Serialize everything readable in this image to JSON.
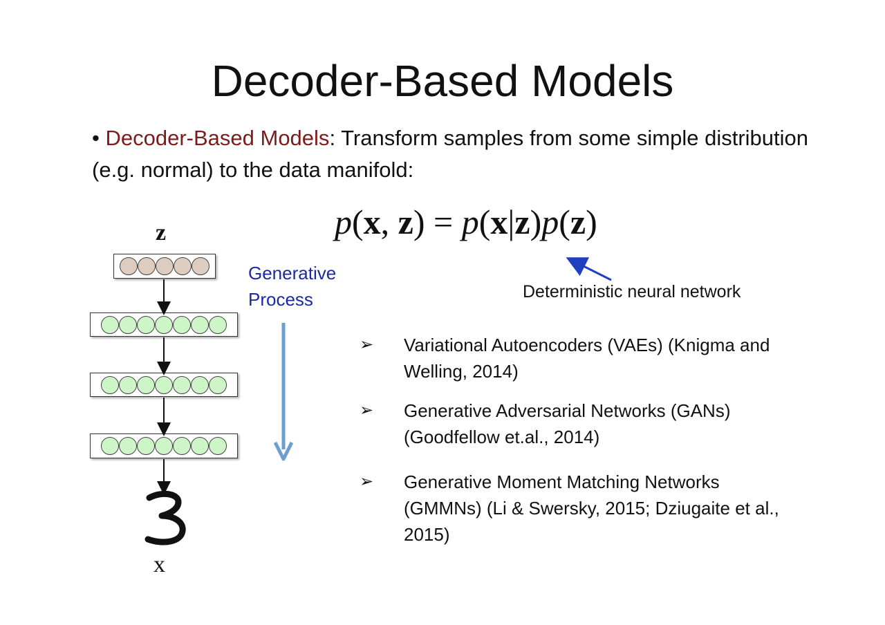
{
  "slide": {
    "title": "Decoder-Based Models",
    "intro": {
      "bullet": "•",
      "highlight": "Decoder-Based Models",
      "rest": ": Transform samples from some simple distribution (e.g. normal) to the data manifold:"
    },
    "equation": {
      "p1": "p",
      "x": "x",
      "comma": ",",
      "z": "z",
      "eq": "=",
      "p2": "p",
      "x2": "x",
      "bar": "|",
      "z2": "z",
      "p3": "p",
      "z3": "z"
    },
    "diagram": {
      "top_label": "z",
      "bottom_label": "x",
      "digit": "3",
      "generative_label_line1": "Generative",
      "generative_label_line2": "Process",
      "deterministic_label": "Deterministic neural network",
      "colors": {
        "latent_node": "#ddccc0",
        "hidden_node": "#cdf5c7",
        "process_arrow": "#6e9ed0",
        "pointer_arrow": "#1f3fc0"
      }
    },
    "bullets": [
      {
        "mark": "➢",
        "text": "Variational Autoencoders (VAEs) (Knigma and Welling, 2014)"
      },
      {
        "mark": "➢",
        "text": "Generative Adversarial Networks (GANs) (Goodfellow et.al., 2014)"
      },
      {
        "mark": "➢",
        "text": "Generative Moment Matching Networks (GMMNs) (Li & Swersky, 2015; Dziugaite et al., 2015)"
      }
    ]
  }
}
